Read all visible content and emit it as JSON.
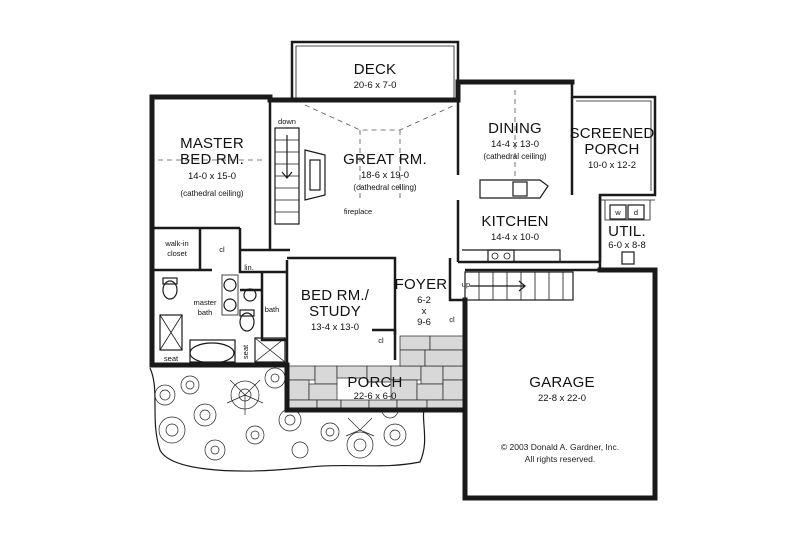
{
  "rooms": {
    "deck": {
      "name": "DECK",
      "dim": "20-6 x 7-0"
    },
    "master": {
      "name1": "MASTER",
      "name2": "BED RM.",
      "dim": "14-0 x 15-0",
      "note": "(cathedral ceiling)"
    },
    "great": {
      "name": "GREAT RM.",
      "dim": "18-6 x 19-0",
      "note": "(cathedral ceiling)"
    },
    "dining": {
      "name": "DINING",
      "dim": "14-4 x 13-0",
      "note": "(cathedral ceiling)"
    },
    "screened": {
      "name1": "SCREENED",
      "name2": "PORCH",
      "dim": "10-0 x 12-2"
    },
    "kitchen": {
      "name": "KITCHEN",
      "dim": "14-4 x 10-0"
    },
    "util": {
      "name": "UTIL.",
      "dim": "6-0 x 8-8"
    },
    "study": {
      "name1": "BED RM./",
      "name2": "STUDY",
      "dim": "13-4 x 13-0"
    },
    "foyer": {
      "name": "FOYER",
      "dim1": "6-2",
      "dim2": "x",
      "dim3": "9-6"
    },
    "porch": {
      "name": "PORCH",
      "dim": "22-6 x 6-0"
    },
    "garage": {
      "name": "GARAGE",
      "dim": "22-8 x 22-0"
    }
  },
  "labels": {
    "down": "down",
    "up": "up",
    "fireplace": "fireplace",
    "walkin1": "walk-in",
    "walkin2": "closet",
    "cl": "cl",
    "lin": "lin.",
    "master_bath1": "master",
    "master_bath2": "bath",
    "bath": "bath",
    "seat": "seat",
    "w": "w",
    "d": "d"
  },
  "copyright": {
    "line1": "© 2003 Donald A. Gardner, Inc.",
    "line2": "All rights reserved."
  }
}
